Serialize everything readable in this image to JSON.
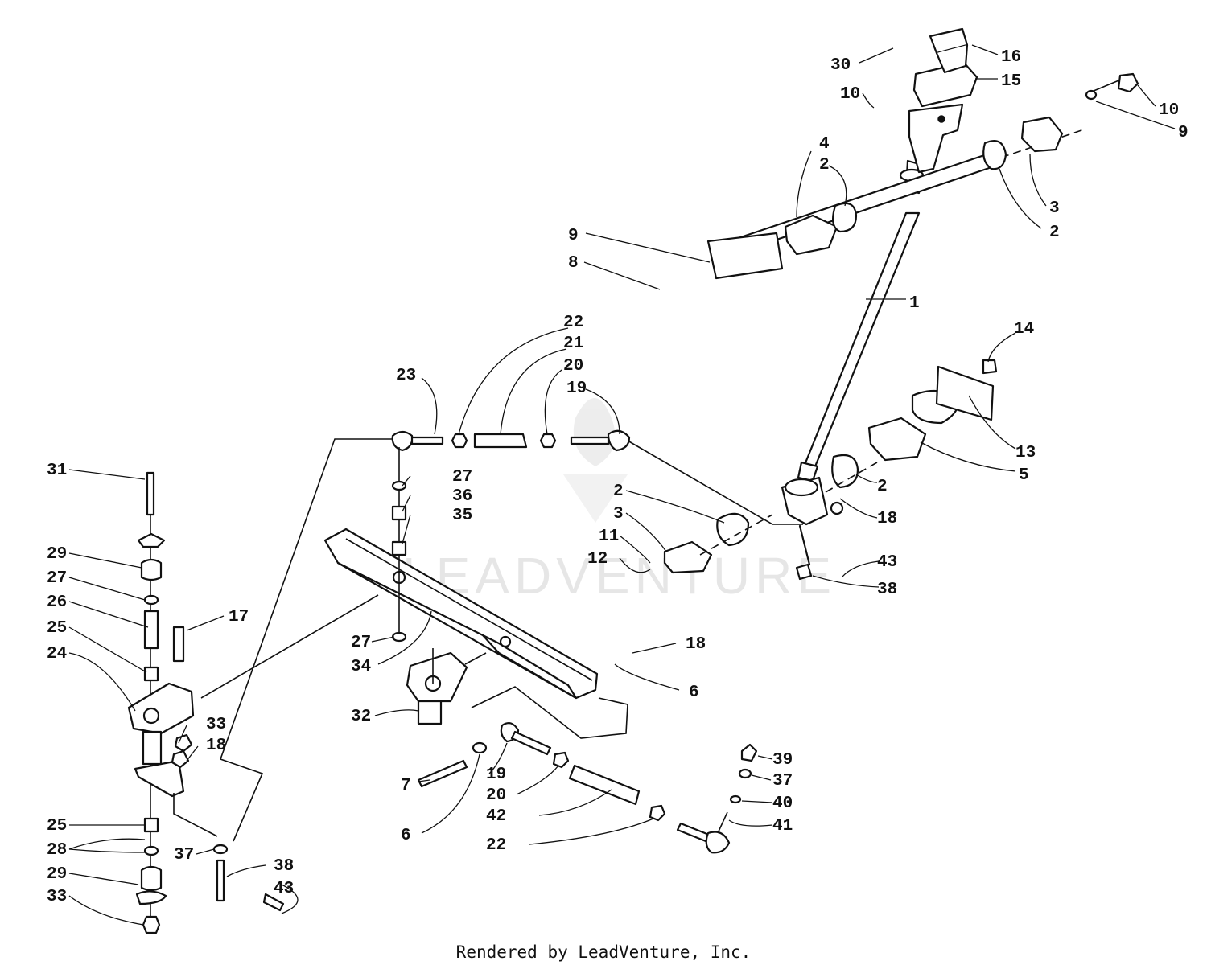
{
  "watermark": "LEADVENTURE",
  "footer": "Rendered by LeadVenture, Inc.",
  "callouts": {
    "c30": "30",
    "c16": "16",
    "c15": "15",
    "c10a": "10",
    "c10b": "10",
    "c9a": "9",
    "c4": "4",
    "c2a": "2",
    "c3a": "3",
    "c2b": "2",
    "c9b": "9",
    "c8": "8",
    "c1": "1",
    "c14": "14",
    "c13": "13",
    "c5": "5",
    "c22a": "22",
    "c21": "21",
    "c23": "23",
    "c20a": "20",
    "c19a": "19",
    "c2c": "2",
    "c18a": "18",
    "c2d": "2",
    "c3b": "3",
    "c11": "11",
    "c12": "12",
    "c43a": "43",
    "c38a": "38",
    "c31": "31",
    "c27a": "27",
    "c36": "36",
    "c35": "35",
    "c29a": "29",
    "c27b": "27",
    "c26": "26",
    "c17": "17",
    "c25a": "25",
    "c24": "24",
    "c27c": "27",
    "c34": "34",
    "c18b": "18",
    "c6a": "6",
    "c32": "32",
    "c33a": "33",
    "c18c": "18",
    "c19b": "19",
    "c20b": "20",
    "c7": "7",
    "c39": "39",
    "c37a": "37",
    "c40": "40",
    "c41": "41",
    "c42": "42",
    "c6b": "6",
    "c22b": "22",
    "c25b": "25",
    "c28": "28",
    "c37b": "37",
    "c29b": "29",
    "c38b": "38",
    "c43b": "43",
    "c33b": "33"
  }
}
